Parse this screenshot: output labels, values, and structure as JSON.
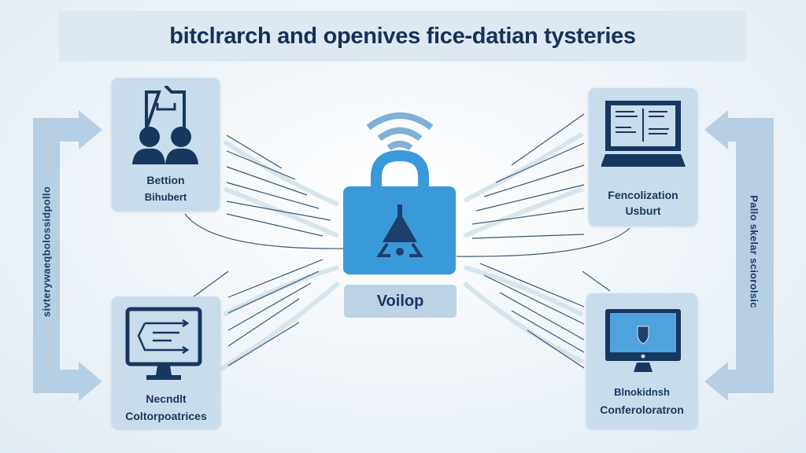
{
  "title": "bitclrarch and openives fice-datian tysteries",
  "side_labels": {
    "left": "sivterywaeqbolossidpollo",
    "right": "Pallo skelar sciorolsic"
  },
  "center": {
    "label": "Voilop",
    "icon": "padlock-icon"
  },
  "cards": [
    {
      "line1": "Bettion",
      "line2": "Bihubert",
      "icon": "users-icon"
    },
    {
      "line1": "Fencolization",
      "line2": "Usburt",
      "icon": "laptop-icon"
    },
    {
      "line1": "Necndlt",
      "line2": "Coltorpoatrices",
      "icon": "monitor-flow-icon"
    },
    {
      "line1": "Blnokidnsh",
      "line2": "Conferoloratron",
      "icon": "monitor-shield-icon"
    }
  ],
  "colors": {
    "navy": "#17375f",
    "accent": "#3a9ad9",
    "card": "#c9dceb"
  }
}
